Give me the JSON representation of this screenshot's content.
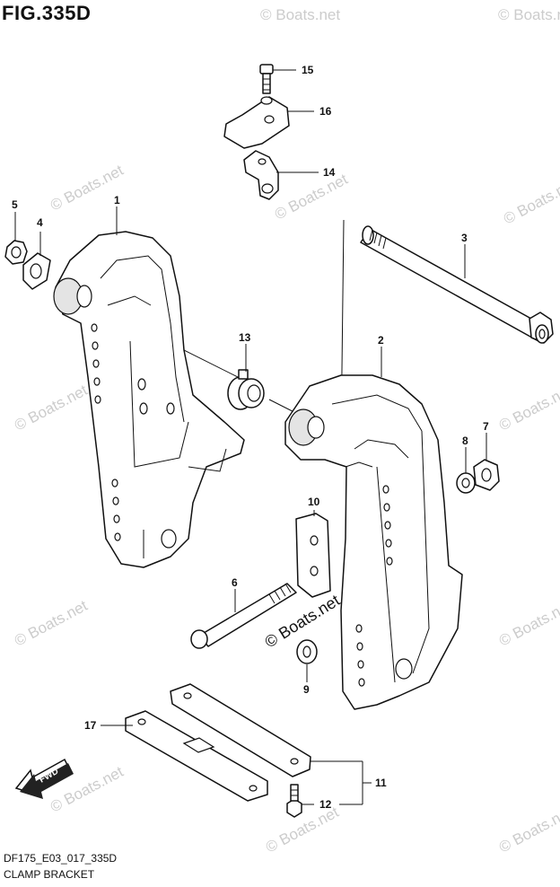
{
  "figure": {
    "title": "FIG.335D",
    "code": "DF175_E03_017_335D",
    "caption": "CLAMP BRACKET"
  },
  "callouts": [
    "1",
    "2",
    "3",
    "4",
    "5",
    "6",
    "7",
    "8",
    "9",
    "10",
    "11",
    "12",
    "13",
    "14",
    "15",
    "16",
    "17"
  ],
  "watermark": "© Boats.net",
  "badge": {
    "fwd": "FWD"
  },
  "icons": [
    "fwd-arrow-icon"
  ]
}
